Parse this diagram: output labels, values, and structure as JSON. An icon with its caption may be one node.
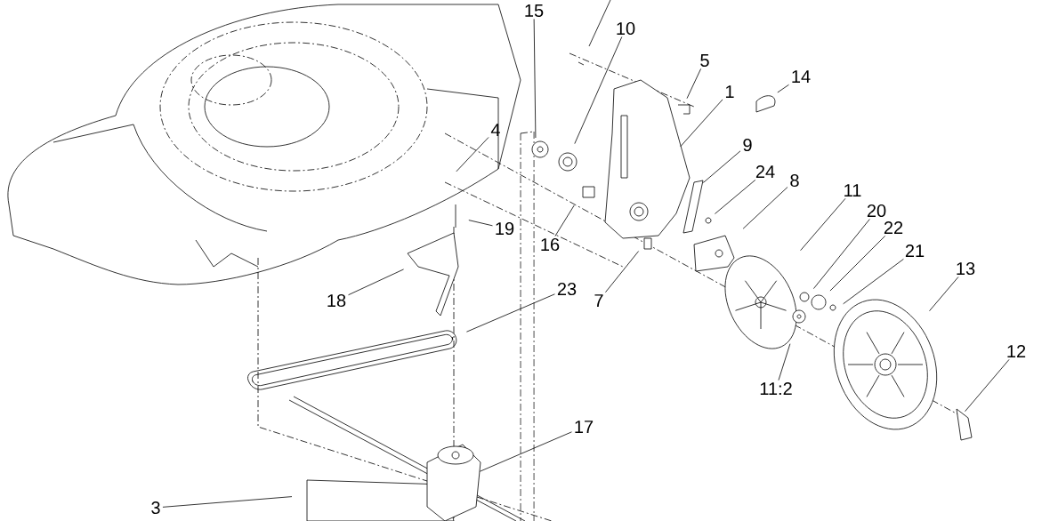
{
  "diagram": {
    "nodes": [
      {
        "text": [
          "15"
        ]
      },
      {
        "text": [
          "10"
        ]
      },
      {
        "text": [
          "5"
        ]
      },
      {
        "text": [
          "14"
        ]
      },
      {
        "text": [
          "1"
        ]
      },
      {
        "text": [
          "4"
        ]
      },
      {
        "text": [
          "9"
        ]
      },
      {
        "text": [
          "24"
        ]
      },
      {
        "text": [
          "8"
        ]
      },
      {
        "text": [
          "11"
        ]
      },
      {
        "text": [
          "20"
        ]
      },
      {
        "text": [
          "22"
        ]
      },
      {
        "text": [
          "19"
        ]
      },
      {
        "text": [
          "16"
        ]
      },
      {
        "text": [
          "21"
        ]
      },
      {
        "text": [
          "13"
        ]
      },
      {
        "text": [
          "18"
        ]
      },
      {
        "text": [
          "23"
        ]
      },
      {
        "text": [
          "7"
        ]
      },
      {
        "text": [
          "12"
        ]
      },
      {
        "text": [
          "11:2"
        ]
      },
      {
        "text": [
          "17"
        ]
      },
      {
        "text": [
          "3"
        ]
      }
    ],
    "edges": [
      {
        "from": 0,
        "to": null,
        "arrow": "none"
      },
      {
        "from": 1,
        "to": null,
        "arrow": "none"
      },
      {
        "from": 2,
        "to": null,
        "arrow": "none"
      },
      {
        "from": 3,
        "to": null,
        "arrow": "none"
      },
      {
        "from": 4,
        "to": null,
        "arrow": "none"
      },
      {
        "from": 5,
        "to": null,
        "arrow": "none"
      },
      {
        "from": 6,
        "to": null,
        "arrow": "none"
      },
      {
        "from": 7,
        "to": null,
        "arrow": "none"
      },
      {
        "from": 8,
        "to": null,
        "arrow": "none"
      },
      {
        "from": 9,
        "to": null,
        "arrow": "none"
      },
      {
        "from": 10,
        "to": null,
        "arrow": "none"
      },
      {
        "from": 11,
        "to": null,
        "arrow": "none"
      },
      {
        "from": 12,
        "to": null,
        "arrow": "none"
      },
      {
        "from": 13,
        "to": null,
        "arrow": "none"
      },
      {
        "from": 14,
        "to": null,
        "arrow": "none"
      },
      {
        "from": 15,
        "to": null,
        "arrow": "none"
      },
      {
        "from": 16,
        "to": null,
        "arrow": "none"
      },
      {
        "from": 17,
        "to": null,
        "arrow": "none"
      },
      {
        "from": 18,
        "to": null,
        "arrow": "none"
      },
      {
        "from": 19,
        "to": null,
        "arrow": "none"
      },
      {
        "from": 20,
        "to": null,
        "arrow": "none"
      },
      {
        "from": 21,
        "to": null,
        "arrow": "none"
      },
      {
        "from": 22,
        "to": null,
        "arrow": "none"
      }
    ]
  }
}
